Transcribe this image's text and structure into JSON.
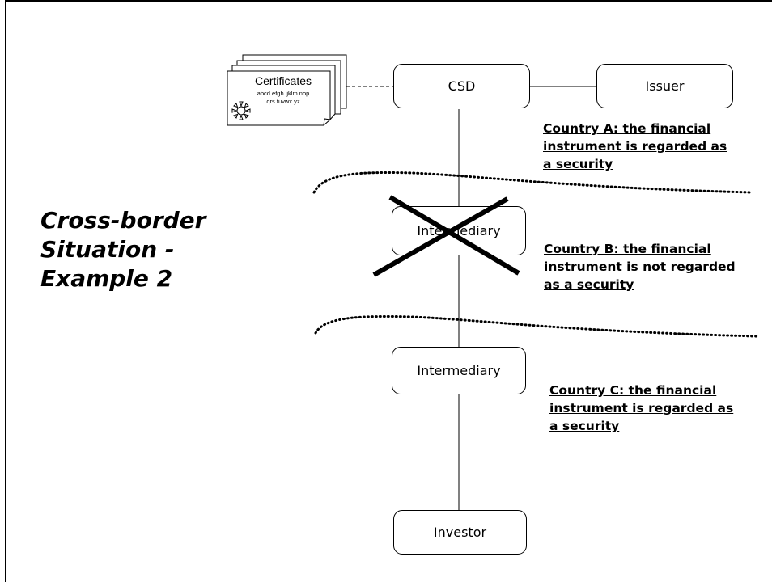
{
  "title": {
    "lines": [
      "Cross-border",
      "Situation -",
      "Example 2"
    ]
  },
  "certificates": {
    "heading": "Certificates",
    "line1": "abcd efgh ijklm nop",
    "line2": "qrs tuvwx yz"
  },
  "nodes": {
    "csd": "CSD",
    "issuer": "Issuer",
    "intermediary_b": "Intermediary",
    "intermediary_c": "Intermediary",
    "investor": "Investor"
  },
  "notes": {
    "country_a": [
      "Country A: the financial",
      "instrument is regarded as",
      "a security"
    ],
    "country_b": [
      "Country B: the financial",
      "instrument is not regarded",
      "as  a security"
    ],
    "country_c": [
      "Country C: the financial",
      "instrument is regarded as",
      "a security"
    ]
  }
}
